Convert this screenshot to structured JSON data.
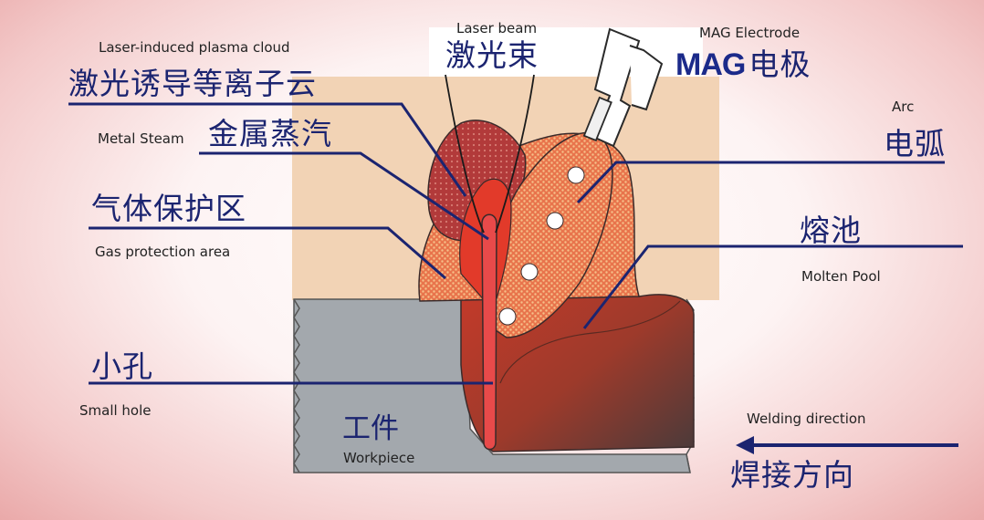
{
  "labels": {
    "laser_beam_en": "Laser beam",
    "laser_beam_zh": "激光束",
    "mag_electrode_en": "MAG Electrode",
    "mag_electrode_zh_prefix": "MAG",
    "mag_electrode_zh_suffix": "电极",
    "plasma_en": "Laser-induced plasma cloud",
    "plasma_zh": "激光诱导等离子云",
    "metal_steam_en": "Metal Steam",
    "metal_steam_zh": "金属蒸汽",
    "arc_en": "Arc",
    "arc_zh": "电弧",
    "gas_zh": "气体保护区",
    "gas_en": "Gas protection area",
    "molten_zh": "熔池",
    "molten_en": "Molten Pool",
    "hole_zh": "小孔",
    "hole_en": "Small hole",
    "workpiece_zh": "工件",
    "workpiece_en": "Workpiece",
    "direction_en": "Welding direction",
    "direction_zh": "焊接方向"
  },
  "colors": {
    "leader_line": "#1b2470",
    "workpiece": "#a3a8ad",
    "background_panel": "#f2d3b5",
    "gas_region": "#e25a3a",
    "plasma_cloud": "#b33c3c",
    "arc_region": "#e86a3e",
    "molten_pool": "#c23a2a",
    "keyhole": "#e84a4a"
  },
  "icons": {
    "direction_arrow": "arrow-left-icon",
    "electrode": "mag-electrode-icon"
  }
}
